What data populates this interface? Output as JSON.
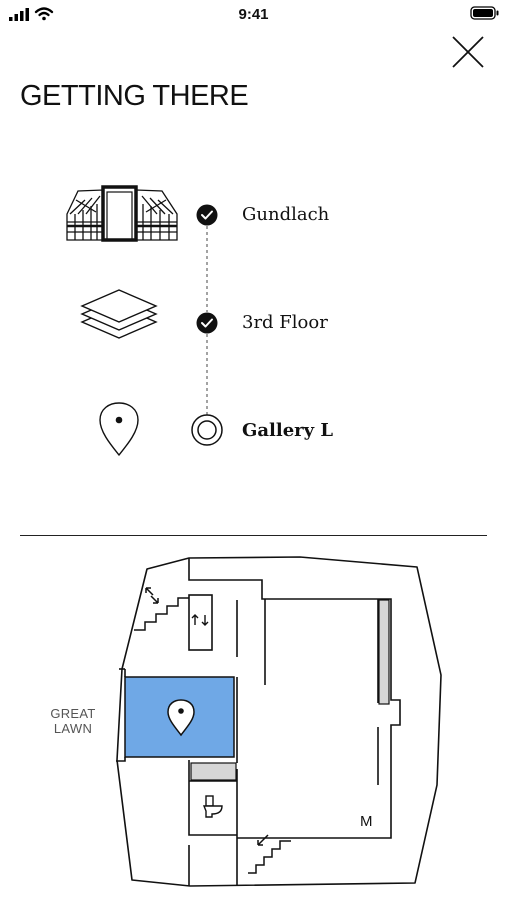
{
  "status_bar": {
    "time": "9:41"
  },
  "title": "GETTING THERE",
  "steps": [
    {
      "label": "Gundlach",
      "icon": "building-icon",
      "state": "completed"
    },
    {
      "label": "3rd Floor",
      "icon": "layers-icon",
      "state": "completed"
    },
    {
      "label": "Gallery L",
      "icon": "location-pin-icon",
      "state": "current"
    }
  ],
  "map": {
    "adjacent_area_label": [
      "GREAT",
      "LAWN"
    ],
    "room_marker": "M",
    "highlight_color": "#6fa8e6"
  }
}
